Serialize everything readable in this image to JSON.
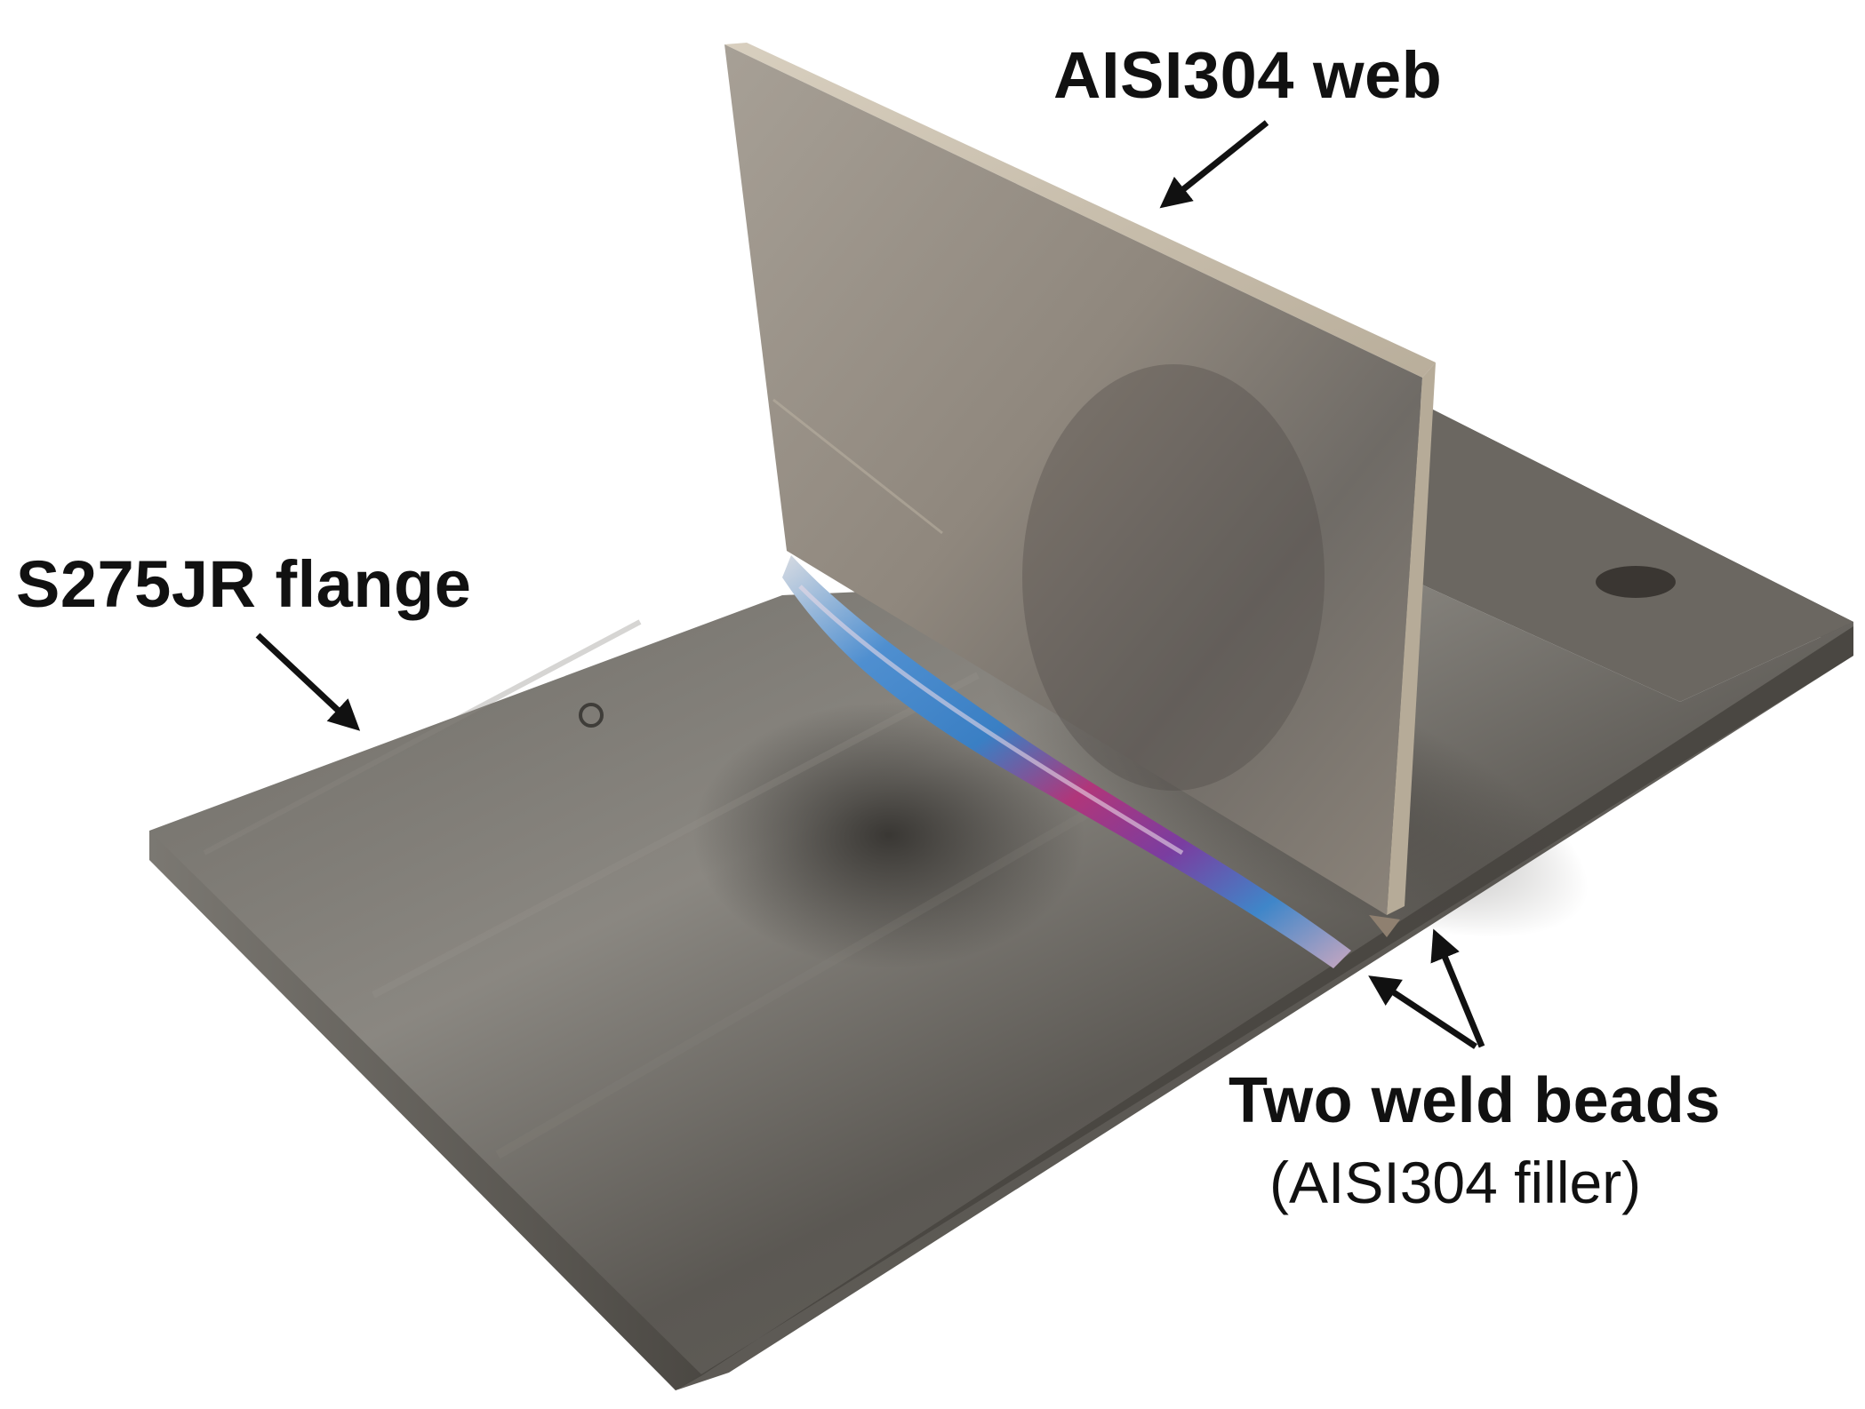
{
  "figure": {
    "background_color": "#ffffff",
    "colors": {
      "flange_steel": "#5e5b55",
      "web_stainless": "#9f968a",
      "weld_bead_blue": "#3a7fc4",
      "weld_bead_magenta": "#b0367a",
      "arrow": "#111111"
    }
  },
  "labels": {
    "web": "AISI304 web",
    "flange": "S275JR flange",
    "beads_title": "Two weld beads",
    "beads_subtitle": "(AISI304 filler)"
  }
}
